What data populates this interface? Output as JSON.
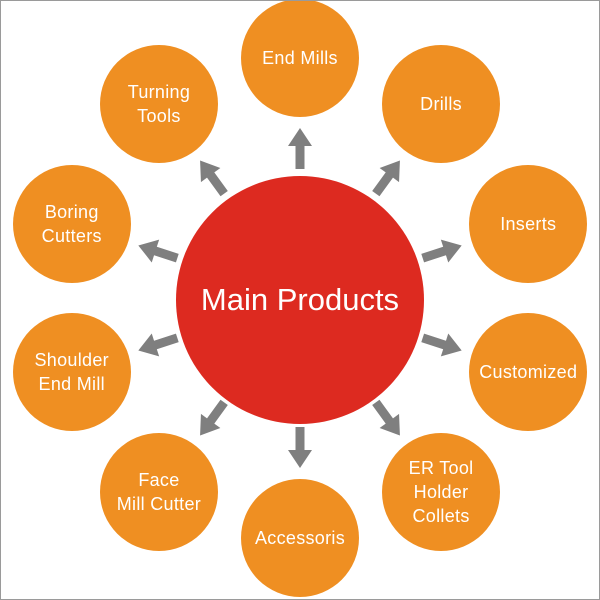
{
  "center_label": "Main Products",
  "nodes": [
    {
      "id": "end-mills",
      "label": "End Mills",
      "angle": -90
    },
    {
      "id": "drills",
      "label": "Drills",
      "angle": -54
    },
    {
      "id": "inserts",
      "label": "Inserts",
      "angle": -18
    },
    {
      "id": "customized",
      "label": "Customized",
      "angle": 18
    },
    {
      "id": "er-tool-holder-collets",
      "label": "ER Tool\nHolder\nCollets",
      "angle": 54
    },
    {
      "id": "accessoris",
      "label": "Accessoris",
      "angle": 90
    },
    {
      "id": "face-mill-cutter",
      "label": "Face\nMill Cutter",
      "angle": 126
    },
    {
      "id": "shoulder-end-mill",
      "label": "Shoulder\nEnd Mill",
      "angle": 162
    },
    {
      "id": "boring-cutters",
      "label": "Boring\nCutters",
      "angle": 198
    },
    {
      "id": "turning-tools",
      "label": "Turning\nTools",
      "angle": 234
    }
  ],
  "colors": {
    "center": "#dd2a20",
    "outer": "#ef8f22",
    "arrow": "#7f7f7f",
    "text": "#ffffff"
  }
}
